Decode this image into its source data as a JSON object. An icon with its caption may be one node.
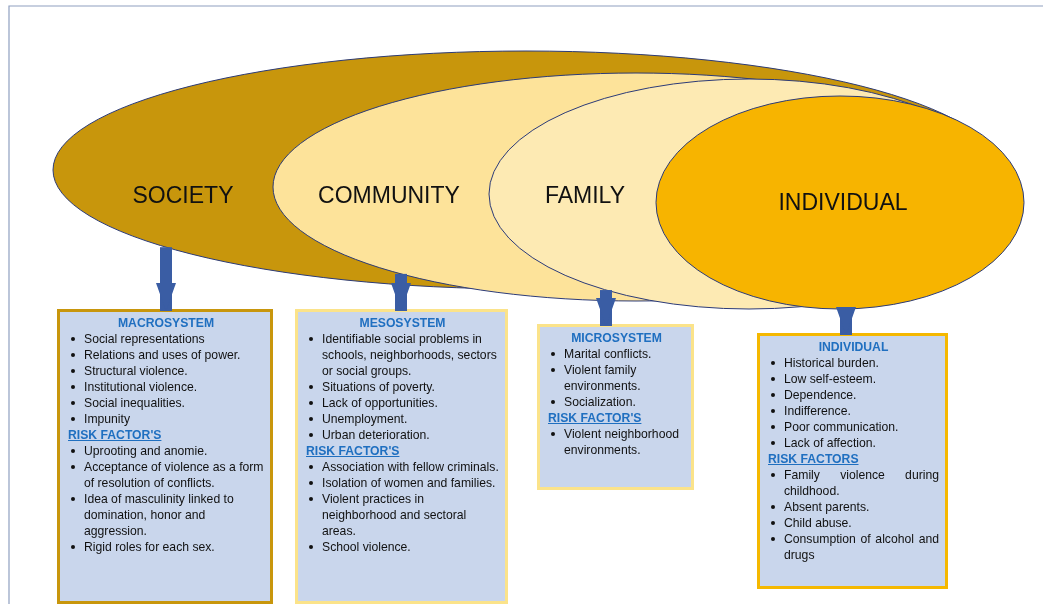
{
  "diagram": {
    "nodes": [
      {
        "text": [
          "SOCIETY"
        ]
      },
      {
        "text": [
          "COMMUNITY"
        ],
        "in": 0
      },
      {
        "text": [
          "FAMILY"
        ],
        "in": 1
      },
      {
        "text": [
          "INDIVIDUAL"
        ],
        "in": 2
      },
      {
        "text": [
          "MACROSYSTEM",
          "Social representations",
          "Relations and uses of power.",
          "Structural violence.",
          "Institutional violence.",
          "Social inequalities.",
          "Impunity",
          "RISK FACTOR'S",
          "Uprooting and anomie.",
          "Acceptance of violence as a form of resolution of conflicts.",
          "Idea of masculinity linked to domination, honor and aggression.",
          "Rigid roles for each sex."
        ]
      },
      {
        "text": [
          "MESOSYSTEM",
          "Identifiable social problems in schools, neighborhoods, sectors or social groups.",
          "Situations of poverty.",
          "Lack of opportunities.",
          "Unemployment.",
          "Urban deterioration.",
          "RISK FACTOR'S",
          "Association with fellow criminals.",
          "Isolation of women and families.",
          "Violent practices in neighborhood and sectoral areas.",
          "School violence."
        ]
      },
      {
        "text": [
          "MICROSYSTEM",
          "Marital conflicts.",
          "Violent family environments.",
          "Socialization.",
          "RISK FACTOR'S",
          "Violent neighborhood environments."
        ]
      },
      {
        "text": [
          "INDIVIDUAL",
          "Historical burden.",
          "Low self-esteem.",
          "Dependence.",
          "Indifference.",
          "Poor communication.",
          "Lack of affection.",
          "RISK FACTORS",
          "Family violence during childhood.",
          "Absent parents.",
          "Child abuse.",
          "Consumption of alcohol and drugs"
        ]
      }
    ],
    "edges": [
      {
        "from": 0,
        "to": 4,
        "arrow": "to"
      },
      {
        "from": 1,
        "to": 5,
        "arrow": "to"
      },
      {
        "from": 2,
        "to": 6,
        "arrow": "to"
      },
      {
        "from": 3,
        "to": 7,
        "arrow": "to"
      }
    ]
  }
}
